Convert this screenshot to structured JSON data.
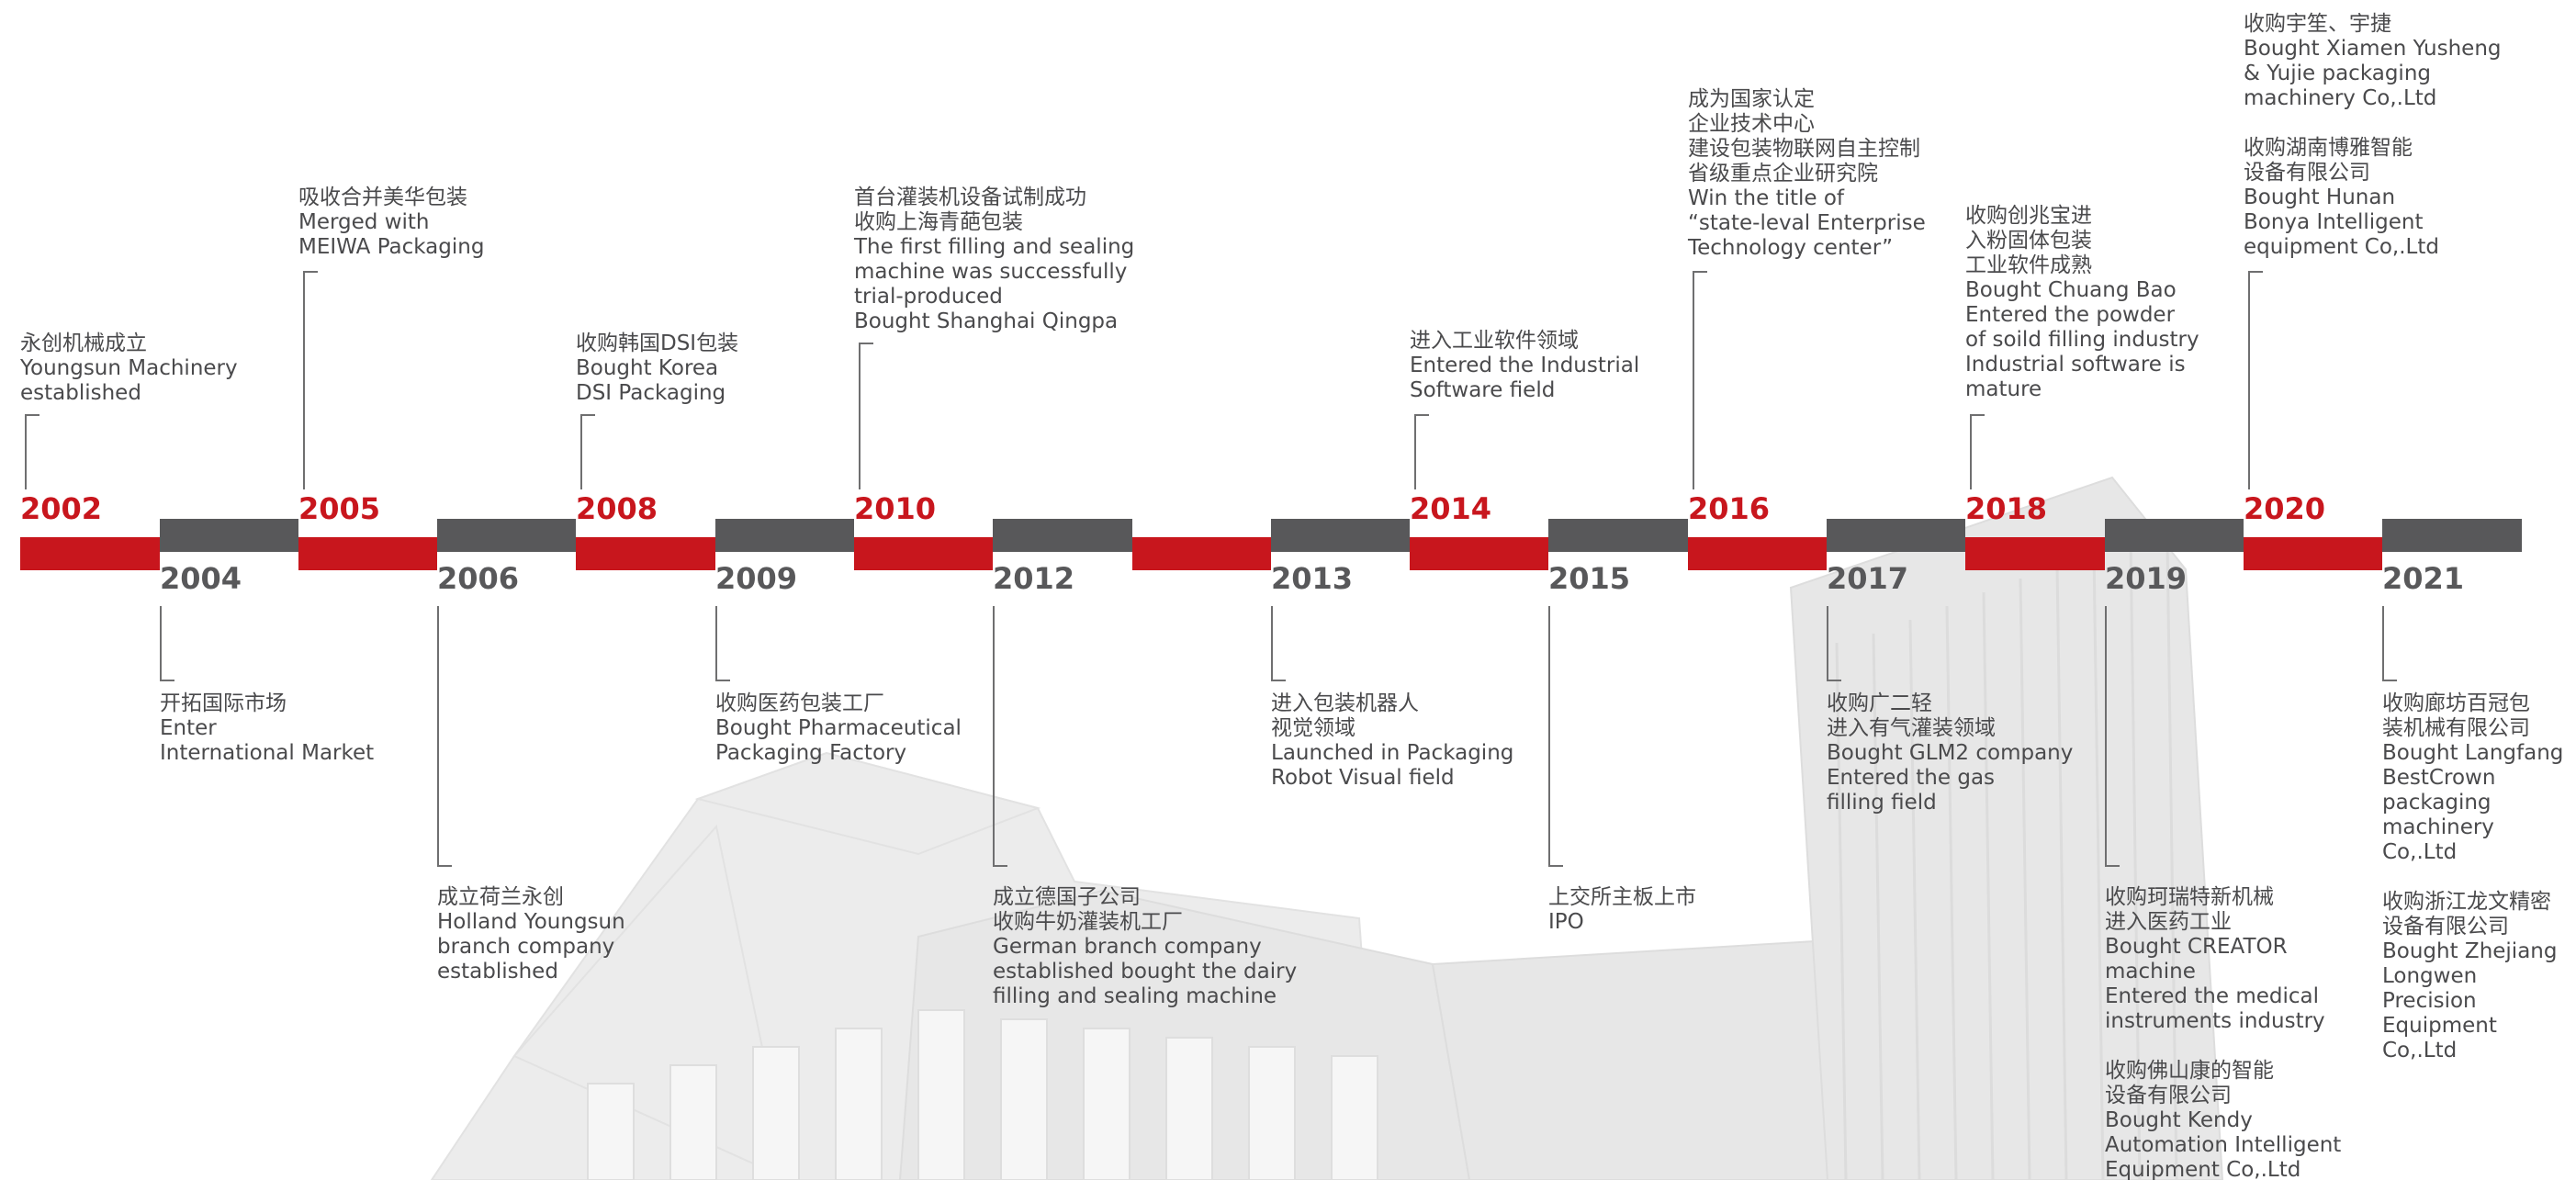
{
  "colors": {
    "accent_red": "#c8161d",
    "bar_gray": "#58585a",
    "text": "#4a4a4c",
    "leader": "#6f6f70"
  },
  "timeline": {
    "milestones": [
      {
        "year": "2002",
        "position": "top",
        "event": "永创机械成立\nYoungsun Machinery\nestablished"
      },
      {
        "year": "2004",
        "position": "bottom",
        "event": "开拓国际市场\nEnter\nInternational Market"
      },
      {
        "year": "2005",
        "position": "top",
        "event": "吸收合并美华包装\nMerged with\nMEIWA Packaging"
      },
      {
        "year": "2006",
        "position": "bottom",
        "event": "成立荷兰永创\nHolland Youngsun\nbranch company\nestablished"
      },
      {
        "year": "2008",
        "position": "top",
        "event": "收购韩国DSI包装\nBought Korea\nDSI Packaging"
      },
      {
        "year": "2009",
        "position": "bottom",
        "event": "收购医药包装工厂\nBought Pharmaceutical\nPackaging Factory"
      },
      {
        "year": "2010",
        "position": "top",
        "event": "首台灌装机设备试制成功\n收购上海青葩包装\nThe first filling and sealing\nmachine was successfully\ntrial-produced\nBought Shanghai Qingpa"
      },
      {
        "year": "2012",
        "position": "bottom",
        "event": "成立德国子公司\n收购牛奶灌装机工厂\nGerman branch company\nestablished bought the dairy\nfilling and sealing machine"
      },
      {
        "year": "2013",
        "position": "bottom",
        "event": "进入包装机器人\n视觉领域\nLaunched in Packaging\nRobot Visual field"
      },
      {
        "year": "2014",
        "position": "top",
        "event": "进入工业软件领域\nEntered the Industrial\nSoftware field"
      },
      {
        "year": "2015",
        "position": "bottom",
        "event": "上交所主板上市\nIPO"
      },
      {
        "year": "2016",
        "position": "top",
        "event": "成为国家认定\n企业技术中心\n建设包装物联网自主控制\n省级重点企业研究院\nWin the title of\n“state-leval Enterprise\nTechnology center”"
      },
      {
        "year": "2017",
        "position": "bottom",
        "event": "收购广二轻\n进入有气灌装领域\nBought GLM2 company\nEntered the gas\nfilling field"
      },
      {
        "year": "2018",
        "position": "top",
        "event": "收购创兆宝进\n入粉固体包装\n工业软件成熟\nBought Chuang Bao\nEntered the powder\nof soild filling industry\nIndustrial software is\nmature"
      },
      {
        "year": "2019",
        "position": "bottom",
        "event": "收购珂瑞特新机械\n进入医药工业\nBought CREATOR\nmachine\nEntered the medical\ninstruments industry\n\n收购佛山康的智能\n设备有限公司\nBought Kendy\nAutomation Intelligent\nEquipment Co,.Ltd"
      },
      {
        "year": "2020",
        "position": "top",
        "event": "收购宇笙、宇捷\nBought Xiamen Yusheng\n& Yujie packaging\nmachinery Co,.Ltd\n\n收购湖南博雅智能\n设备有限公司\nBought Hunan\nBonya Intelligent\nequipment Co,.Ltd"
      },
      {
        "year": "2021",
        "position": "bottom",
        "event": "收购廊坊百冠包\n装机械有限公司\nBought Langfang\nBestCrown\npackaging\nmachinery\nCo,.Ltd\n\n收购浙江龙文精密\n设备有限公司\nBought Zhejiang\nLongwen Precision\nEquipment Co,.Ltd"
      }
    ]
  }
}
